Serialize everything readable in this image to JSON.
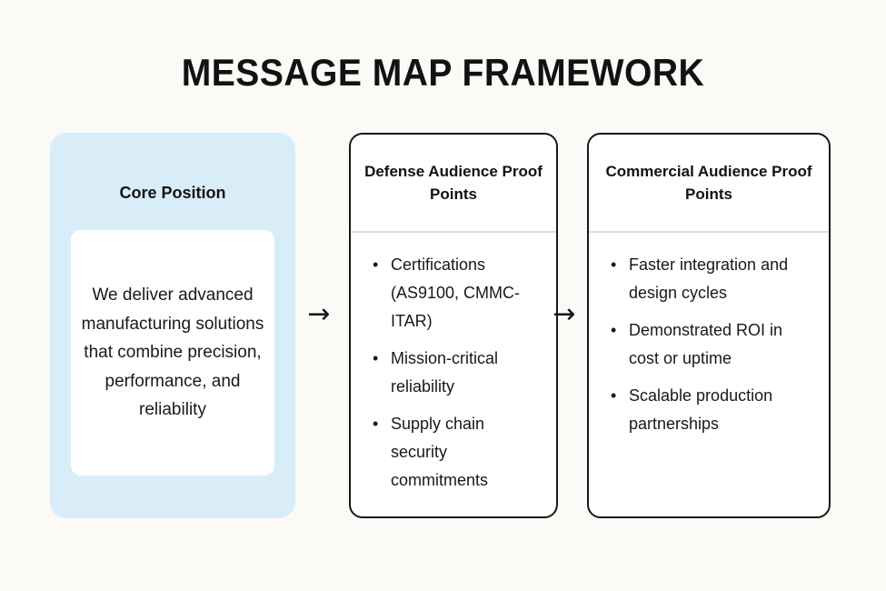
{
  "title": "MESSAGE MAP FRAMEWORK",
  "core": {
    "heading": "Core Position",
    "statement": "We deliver advanced manufacturing solutions that combine precision, performance, and reliability"
  },
  "arrows": {
    "glyph": "→"
  },
  "columns": [
    {
      "id": "defense",
      "header": "Defense Audience Proof Points",
      "bullet_char": "•",
      "items": [
        "Certifications (AS9100, CMMC-ITAR)",
        "Mission-critical reliability",
        "Supply chain security commitments"
      ]
    },
    {
      "id": "commercial",
      "header": "Commercial Audience Proof Points",
      "bullet_char": "•",
      "items": [
        "Faster integration and design cycles",
        "Demonstrated ROI in cost or uptime",
        "Scalable production partnerships"
      ]
    }
  ],
  "colors": {
    "background": "#fbfaf7",
    "core_card": "#d9edf9",
    "card_border": "#17181a",
    "divider": "#dcdcdc",
    "text": "#18191b"
  }
}
